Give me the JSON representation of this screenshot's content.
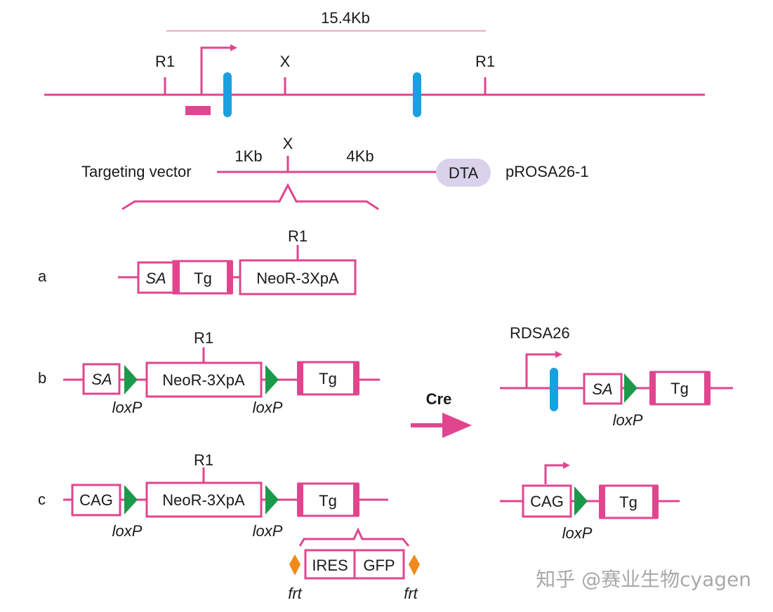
{
  "colors": {
    "line": "#e0458e",
    "exon": "#1aa0e0",
    "loxp": "#1a9a4a",
    "frt": "#f08a1a",
    "dta_bg": "#d8d2ea",
    "range_line": "#f0a8c8"
  },
  "locus": {
    "size_label": "15.4Kb",
    "r1_left": "R1",
    "x": "X",
    "r1_right": "R1"
  },
  "vector": {
    "title": "Targeting vector",
    "arm_left": "1Kb",
    "x": "X",
    "arm_right": "4Kb",
    "dta": "DTA",
    "plasmid": "pROSA26-1"
  },
  "construct_a": {
    "tag": "a",
    "sa": "SA",
    "tg": "Tg",
    "neo": "NeoR-3XpA",
    "r1": "R1"
  },
  "construct_b": {
    "tag": "b",
    "sa": "SA",
    "loxp1": "loxP",
    "neo": "NeoR-3XpA",
    "r1": "R1",
    "loxp2": "loxP",
    "tg": "Tg"
  },
  "construct_c": {
    "tag": "c",
    "cag": "CAG",
    "loxp1": "loxP",
    "neo": "NeoR-3XpA",
    "r1": "R1",
    "loxp2": "loxP",
    "tg": "Tg",
    "ires": "IRES",
    "gfp": "GFP",
    "frt1": "frt",
    "frt2": "frt"
  },
  "cre": {
    "label": "Cre"
  },
  "result_b": {
    "title": "RDSA26",
    "sa": "SA",
    "loxp": "loxP",
    "tg": "Tg"
  },
  "result_c": {
    "cag": "CAG",
    "loxp": "loxP",
    "tg": "Tg"
  },
  "watermark": "知乎 @赛业生物cyagen"
}
